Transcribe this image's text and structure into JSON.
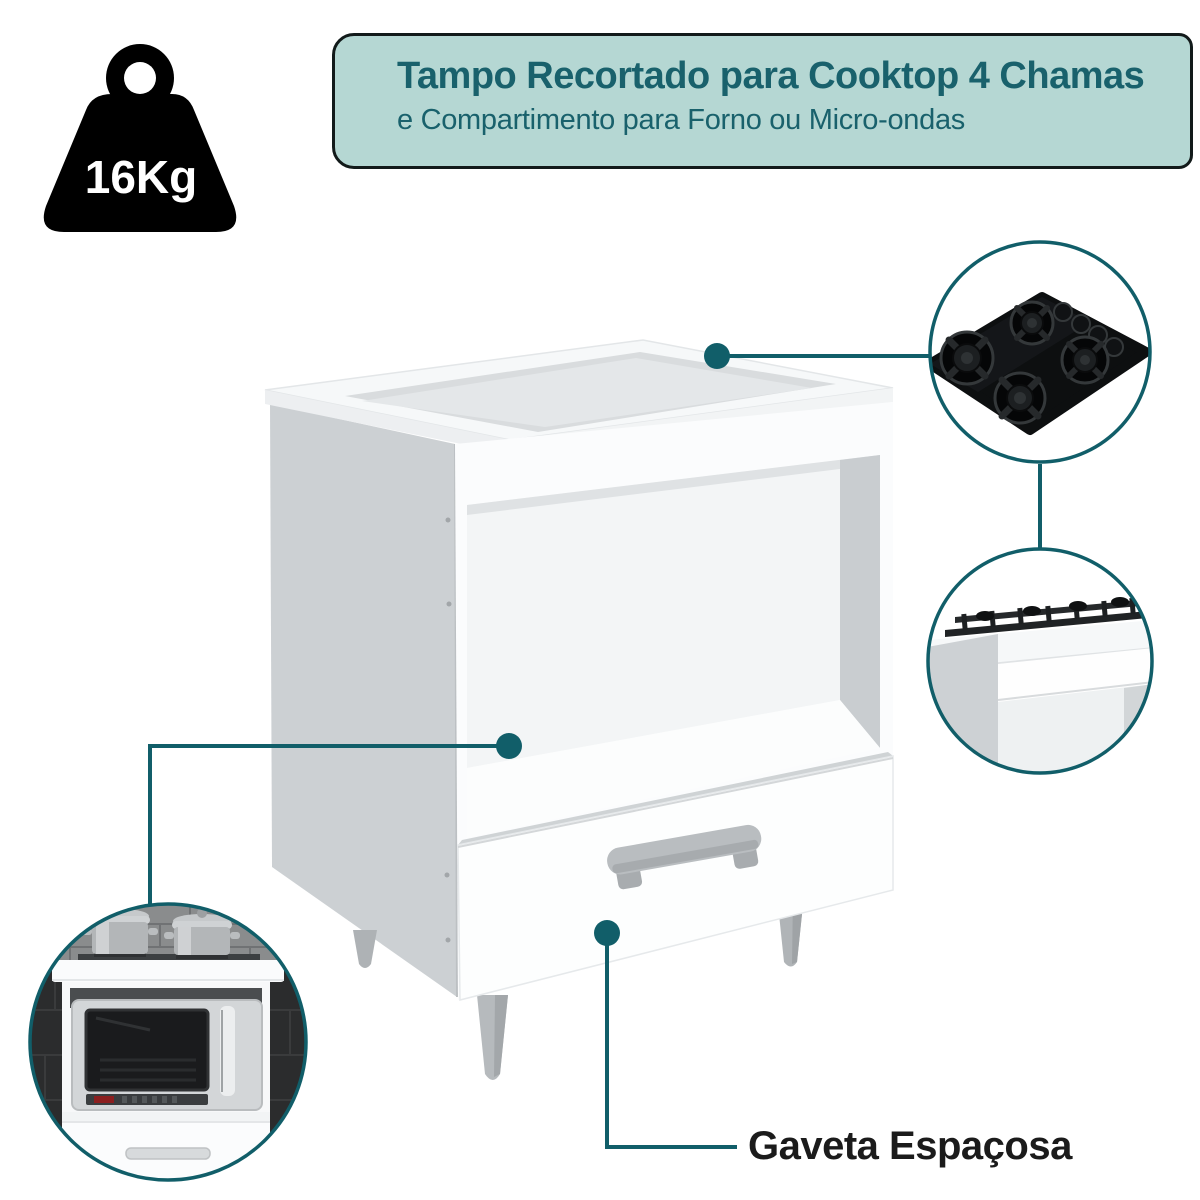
{
  "colors": {
    "accent_teal": "#115E69",
    "banner_bg": "#B5D7D3",
    "banner_border": "#121A1A",
    "banner_text": "#19616C",
    "label_text": "#1B1B1B",
    "weight_icon": "#000000"
  },
  "weight_badge": {
    "value": "16Kg"
  },
  "banner": {
    "title": "Tampo Recortado para Cooktop 4 Chamas",
    "subtitle": "e Compartimento para Forno ou Micro-ondas"
  },
  "callouts": {
    "cooktop_cutout": {
      "icon": "cooktop-4-burners-photo"
    },
    "compartment": {
      "icon": "cabinet-with-cooktop-installed-photo"
    },
    "microwave_scene": {
      "icon": "cabinet-with-microwave-photo"
    },
    "drawer": {
      "label": "Gaveta Espaçosa"
    }
  }
}
